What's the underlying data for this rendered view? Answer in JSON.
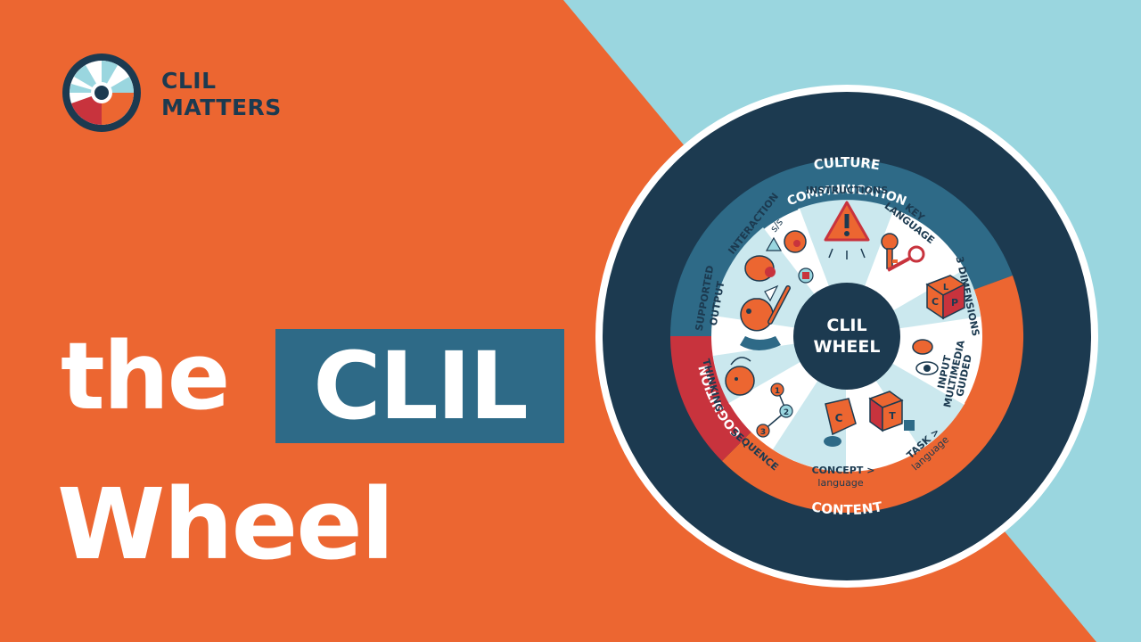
{
  "brand": {
    "line1": "CLIL",
    "line2": "MATTERS"
  },
  "title": {
    "word1": "the",
    "word2": "CLIL",
    "word3": "Wheel"
  },
  "wheel": {
    "center": {
      "line1": "CLIL",
      "line2": "WHEEL"
    },
    "rings": {
      "culture": "CULTURE",
      "communication": "COMMUNICATION",
      "cognition": "COGNITION",
      "content": "CONTENT"
    },
    "segments": {
      "instructions": "INSTRUCTIONS",
      "key_language_1": "KEY",
      "key_language_2": "LANGUAGE",
      "three_dimensions": "3 DIMENSIONS",
      "guided_1": "GUIDED",
      "guided_2": "MULTIMEDIA",
      "guided_3": "INPUT",
      "task_1": "TASK >",
      "task_2": "language",
      "concept_1": "CONCEPT >",
      "concept_2": "language",
      "sequence": "SEQUENCE",
      "thinking": "THINKING",
      "supported_1": "SUPPORTED",
      "supported_2": "OUTPUT",
      "interaction_1": "INTERACTION",
      "interaction_2": "s/s"
    },
    "cube_letters": [
      "C",
      "L",
      "P"
    ],
    "task_cube_letter": "T",
    "concept_letter": "C",
    "sequence_nodes": [
      "1",
      "2",
      "3"
    ]
  },
  "colors": {
    "orange": "#ec6631",
    "light_blue": "#9ad6df",
    "navy": "#1c3a50",
    "teal": "#2e6a87",
    "red": "#c8333d",
    "segment_light": "#cbe8ee"
  }
}
